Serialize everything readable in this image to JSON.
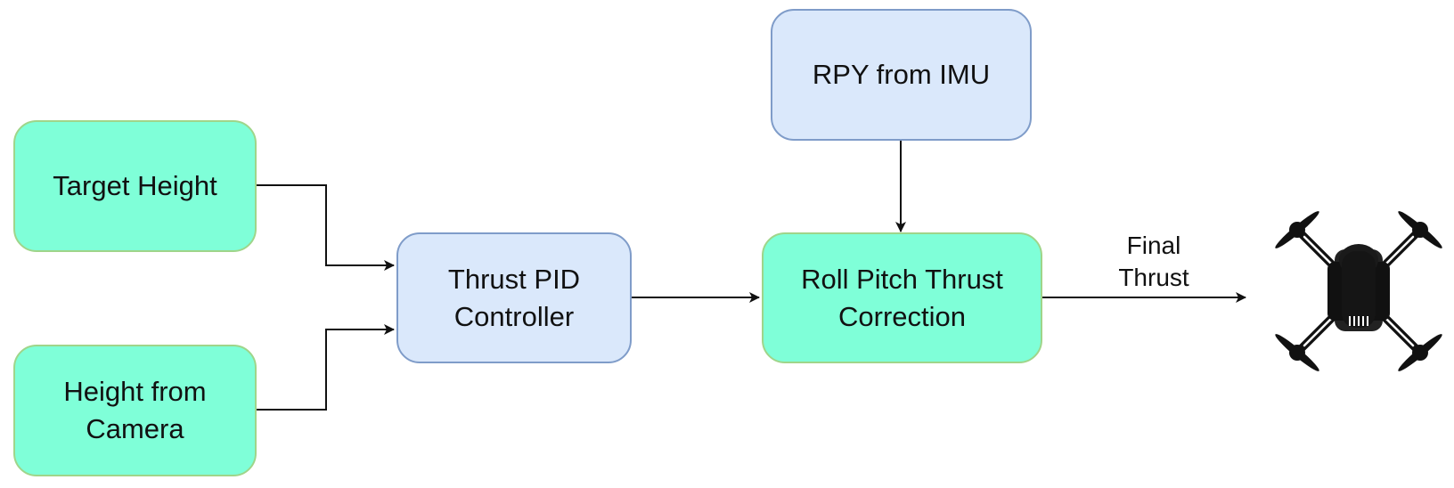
{
  "nodes": {
    "target_height": {
      "lines": [
        "Target Height"
      ],
      "color": "#7fffd8"
    },
    "height_camera": {
      "lines": [
        "Height from",
        "Camera"
      ],
      "color": "#7fffd8"
    },
    "thrust_pid": {
      "lines": [
        "Thrust PID",
        "Controller"
      ],
      "color": "#dae8fb"
    },
    "rpy_imu": {
      "lines": [
        "RPY from IMU"
      ],
      "color": "#dae8fb"
    },
    "rp_thrust": {
      "lines": [
        "Roll Pitch Thrust",
        "Correction"
      ],
      "color": "#7fffd8"
    }
  },
  "edge_labels": {
    "final_thrust": [
      "Final",
      "Thrust"
    ]
  },
  "icons": {
    "output": "quadcopter-drone-icon"
  },
  "colors": {
    "green_fill": "#7fffd8",
    "green_border": "#9fd58a",
    "blue_fill": "#dae8fb",
    "blue_border": "#7f9cc9",
    "edge": "#111111"
  }
}
